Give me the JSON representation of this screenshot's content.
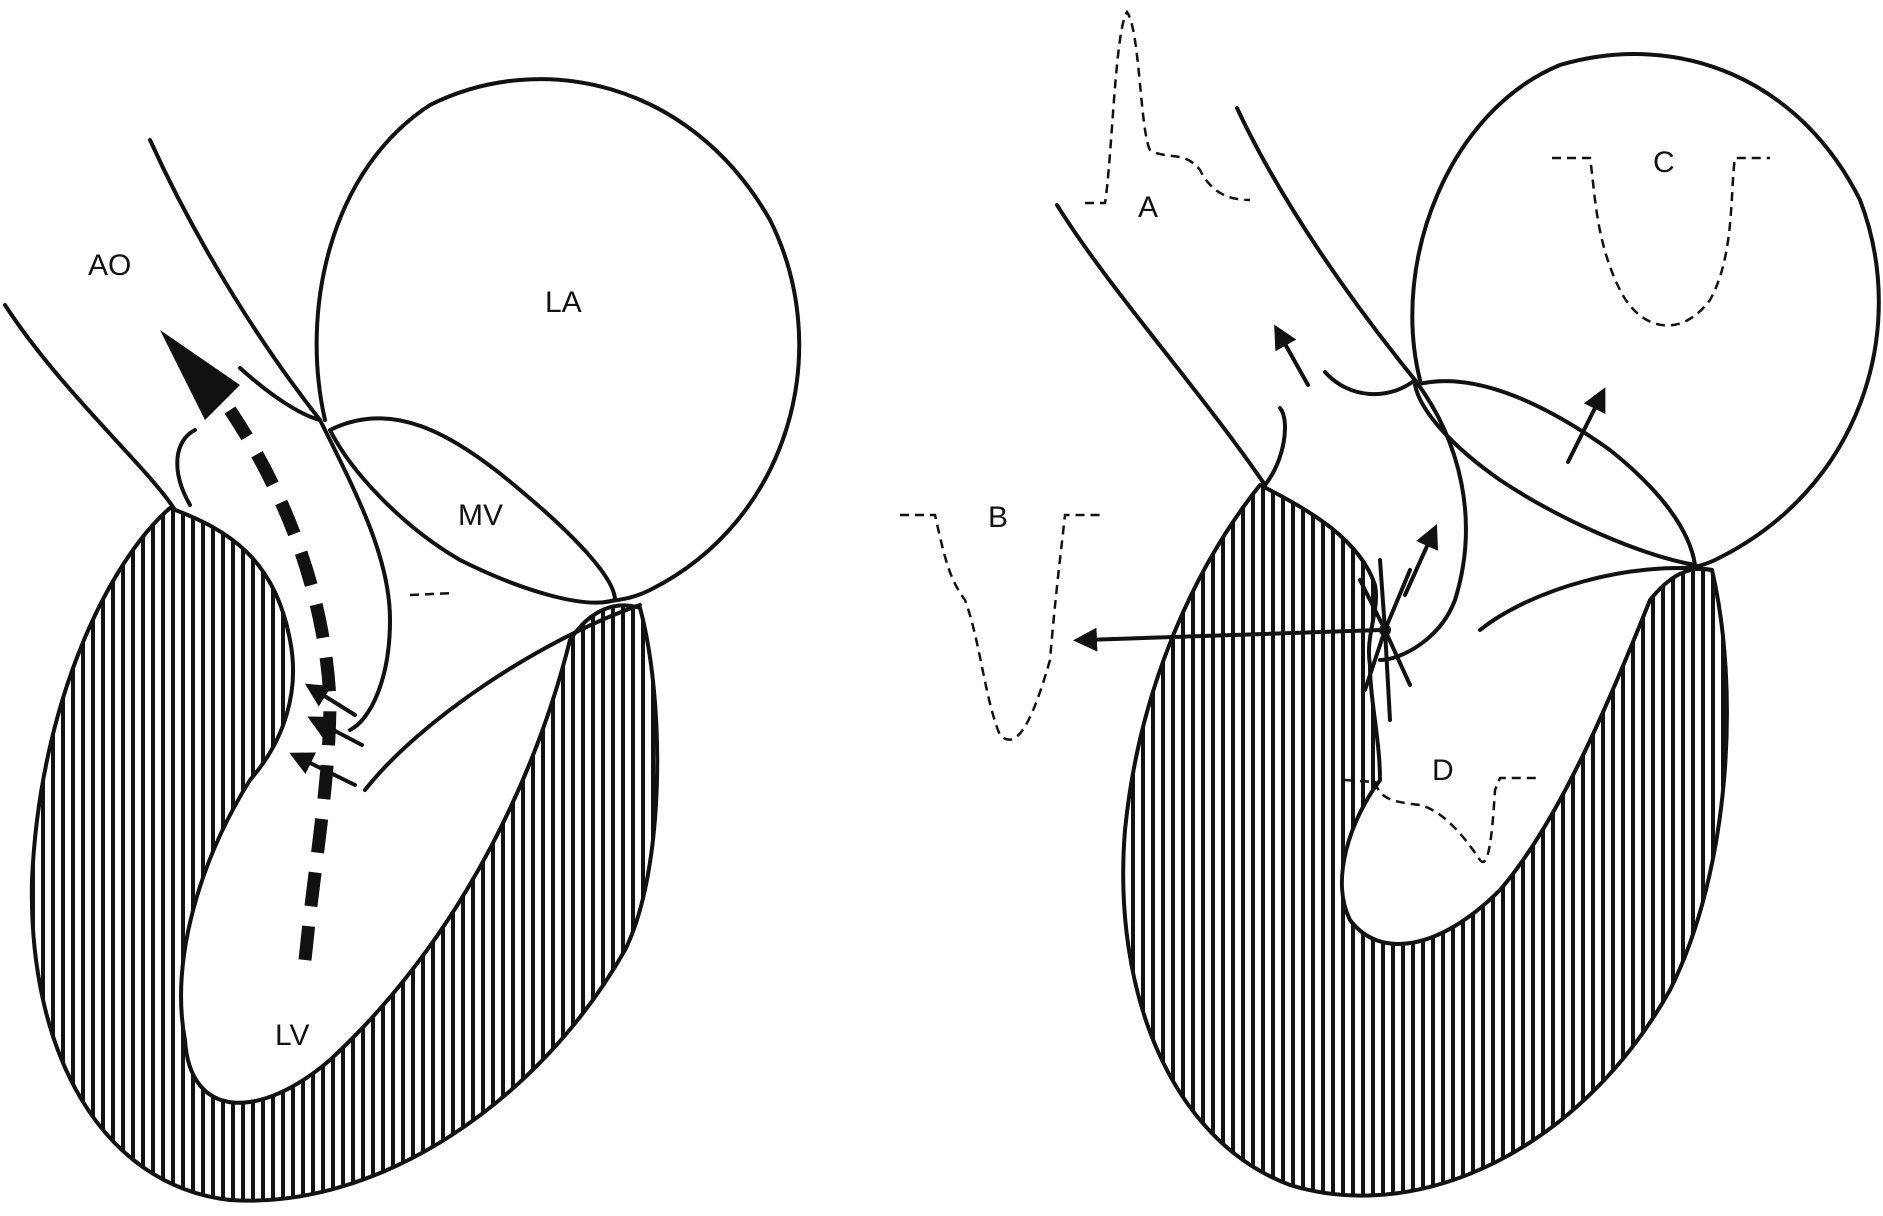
{
  "labels": {
    "ao": "AO",
    "la": "LA",
    "mv": "MV",
    "lv": "LV",
    "a": "A",
    "b": "B",
    "c": "C",
    "d": "D"
  },
  "colors": {
    "ink": "#111111",
    "background": "#ffffff"
  }
}
